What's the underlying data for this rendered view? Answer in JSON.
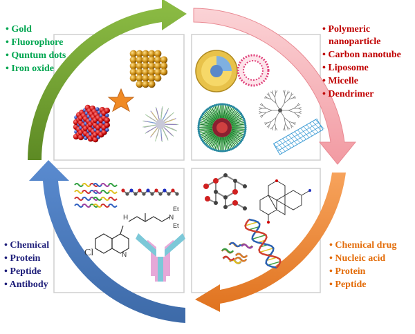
{
  "quadrants": {
    "top_left": {
      "color": "#00a651",
      "items": [
        "Gold",
        "Fluorophore",
        "Quntum dots",
        "Iron oxide"
      ],
      "icons": [
        "gold-nanoparticle-icon",
        "star-icon",
        "iron-oxide-cube-icon",
        "quantum-dot-sphere-icon"
      ]
    },
    "top_right": {
      "color": "#c00000",
      "items": [
        "Polymeric",
        "nanoparticle",
        "Carbon nanotube",
        "Liposome",
        "Micelle",
        "Dendrimer"
      ],
      "icons": [
        "polymeric-nanoparticle-icon",
        "liposome-icon",
        "micelle-icon",
        "dendrimer-icon",
        "carbon-nanotube-icon"
      ]
    },
    "bottom_right": {
      "color": "#e36c09",
      "items": [
        "Chemical drug",
        "Nucleic acid",
        "Protein",
        "Peptide"
      ],
      "icons": [
        "sugar-molecule-icon",
        "drug-structure-icon",
        "dna-helix-icon",
        "protein-structure-icon"
      ]
    },
    "bottom_left": {
      "color": "#1f1f7a",
      "items": [
        "Chemical",
        "Protein",
        "Peptide",
        "Antibody"
      ],
      "icons": [
        "protein-ribbon-icon",
        "peptide-chain-icon",
        "chemical-structure-icon",
        "antibody-icon"
      ]
    }
  },
  "arrows": {
    "top_left": "#7aa83a",
    "top_right": "#f4a3a8",
    "bottom_right": "#f08a3c",
    "bottom_left": "#4a7bbd"
  },
  "drug_structure_labels": [
    "Cl",
    "N",
    "H",
    "N",
    "Et",
    "Et"
  ]
}
